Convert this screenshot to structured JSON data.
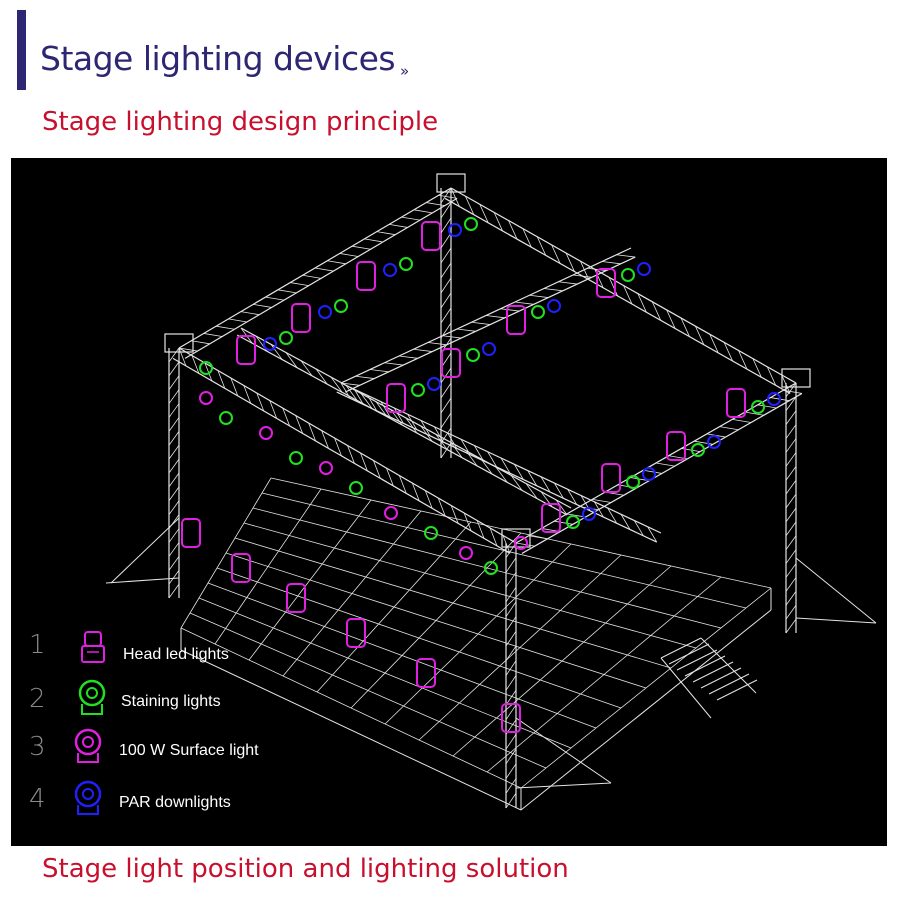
{
  "header": {
    "title": "Stage lighting devices",
    "chevron": "»",
    "subtitle": "Stage lighting design principle"
  },
  "diagram": {
    "legend": [
      {
        "num": "1",
        "label": "Head led lights",
        "icon": "moving-head-icon",
        "color": "#e020e0"
      },
      {
        "num": "2",
        "label": "Staining lights",
        "icon": "staining-light-icon",
        "color": "#20e020"
      },
      {
        "num": "3",
        "label": "100 W Surface light",
        "icon": "surface-light-icon",
        "color": "#e020e0"
      },
      {
        "num": "4",
        "label": "PAR downlights",
        "icon": "par-light-icon",
        "color": "#2020ff"
      }
    ]
  },
  "footer": {
    "caption": "Stage light position and lighting solution"
  },
  "colors": {
    "title": "#2d2672",
    "accent_red": "#c8102e",
    "panel_bg": "#000000",
    "truss": "#e8e8e8"
  }
}
